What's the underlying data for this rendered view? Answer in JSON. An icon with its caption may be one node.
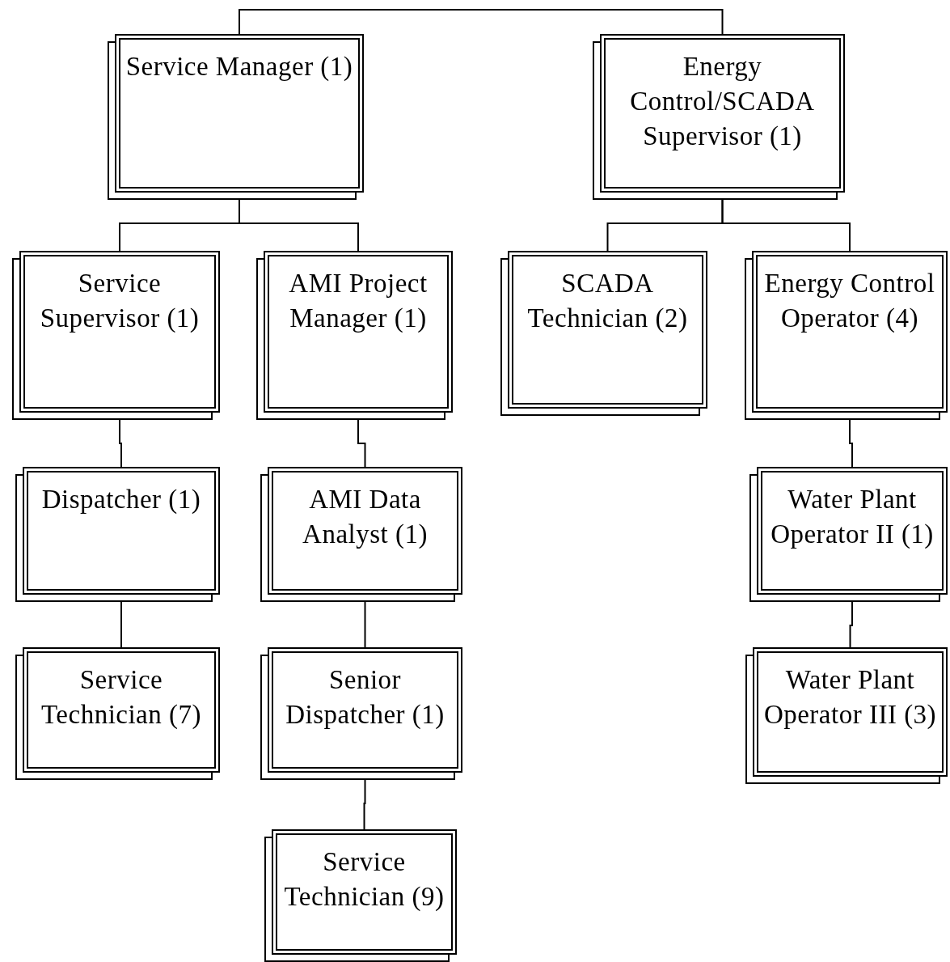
{
  "diagram": {
    "nodes": [
      {
        "text": [
          "Service Manager (1)"
        ]
      },
      {
        "text": [
          "Energy Control/SCADA Supervisor (1)"
        ]
      },
      {
        "text": [
          "Service Supervisor (1)"
        ]
      },
      {
        "text": [
          "AMI Project Manager (1)"
        ]
      },
      {
        "text": [
          "SCADA Technician (2)"
        ]
      },
      {
        "text": [
          "Energy Control Operator (4)"
        ]
      },
      {
        "text": [
          "Dispatcher (1)"
        ]
      },
      {
        "text": [
          "AMI Data Analyst (1)"
        ]
      },
      {
        "text": [
          "Water Plant Operator II (1)"
        ]
      },
      {
        "text": [
          "Service Technician (7)"
        ]
      },
      {
        "text": [
          "Senior Dispatcher (1)"
        ]
      },
      {
        "text": [
          "Water Plant Operator III (3)"
        ]
      },
      {
        "text": [
          "Service Technician (9)"
        ]
      }
    ],
    "edges": [
      {
        "from": 0,
        "to": 1,
        "arrow": "none"
      },
      {
        "from": 0,
        "to": 2,
        "arrow": "none"
      },
      {
        "from": 0,
        "to": 3,
        "arrow": "none"
      },
      {
        "from": 1,
        "to": 4,
        "arrow": "none"
      },
      {
        "from": 1,
        "to": 5,
        "arrow": "none"
      },
      {
        "from": 2,
        "to": 6,
        "arrow": "none"
      },
      {
        "from": 6,
        "to": 9,
        "arrow": "none"
      },
      {
        "from": 3,
        "to": 7,
        "arrow": "none"
      },
      {
        "from": 7,
        "to": 10,
        "arrow": "none"
      },
      {
        "from": 10,
        "to": 12,
        "arrow": "none"
      },
      {
        "from": 5,
        "to": 8,
        "arrow": "none"
      },
      {
        "from": 8,
        "to": 11,
        "arrow": "none"
      }
    ]
  }
}
